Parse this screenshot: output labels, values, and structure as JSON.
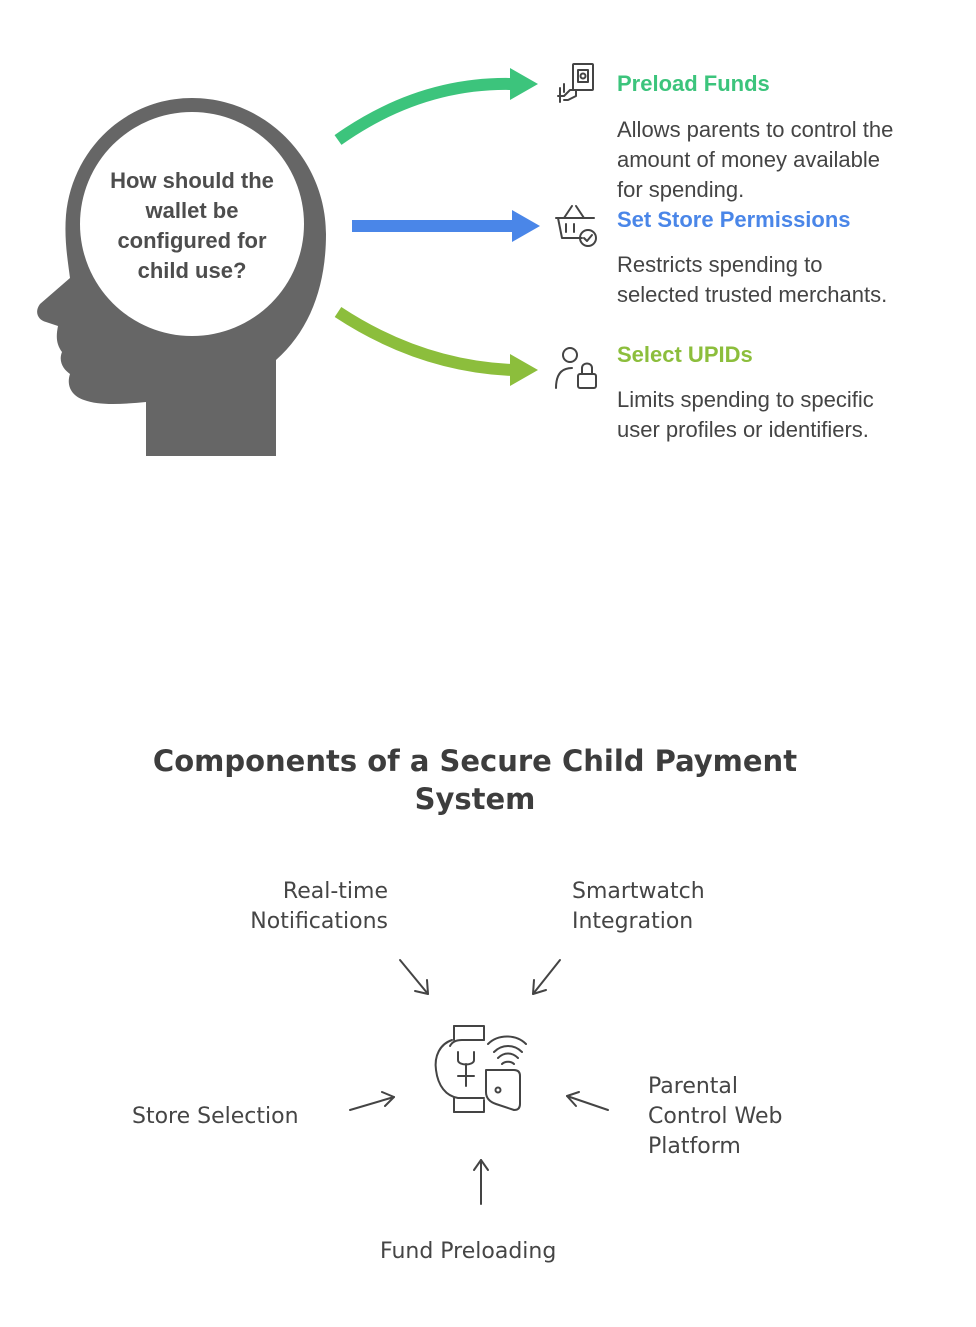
{
  "decision": {
    "question": "How should the\nwallet be\nconfigured for\nchild use?",
    "head_color": "#666666",
    "options": [
      {
        "title": "Preload Funds",
        "description": "Allows parents to control the\namount of money available\nfor spending.",
        "icon": "hand-holding-money-icon",
        "color": "#3cc47c"
      },
      {
        "title": "Set Store Permissions",
        "description": "Restricts spending to\nselected trusted merchants.",
        "icon": "shopping-basket-check-icon",
        "color": "#4a86e8"
      },
      {
        "title": "Select UPIDs",
        "description": "Limits spending to specific\nuser profiles or identifiers.",
        "icon": "user-lock-icon",
        "color": "#8cbe3c"
      }
    ]
  },
  "system": {
    "title": "Components of a Secure Child Payment\nSystem",
    "center_icon": "smartwatch-payment-icon",
    "components": [
      {
        "label": "Real-time\nNotifications"
      },
      {
        "label": "Smartwatch\nIntegration"
      },
      {
        "label": "Store Selection"
      },
      {
        "label": "Parental\nControl Web\nPlatform"
      },
      {
        "label": "Fund Preloading"
      }
    ]
  }
}
